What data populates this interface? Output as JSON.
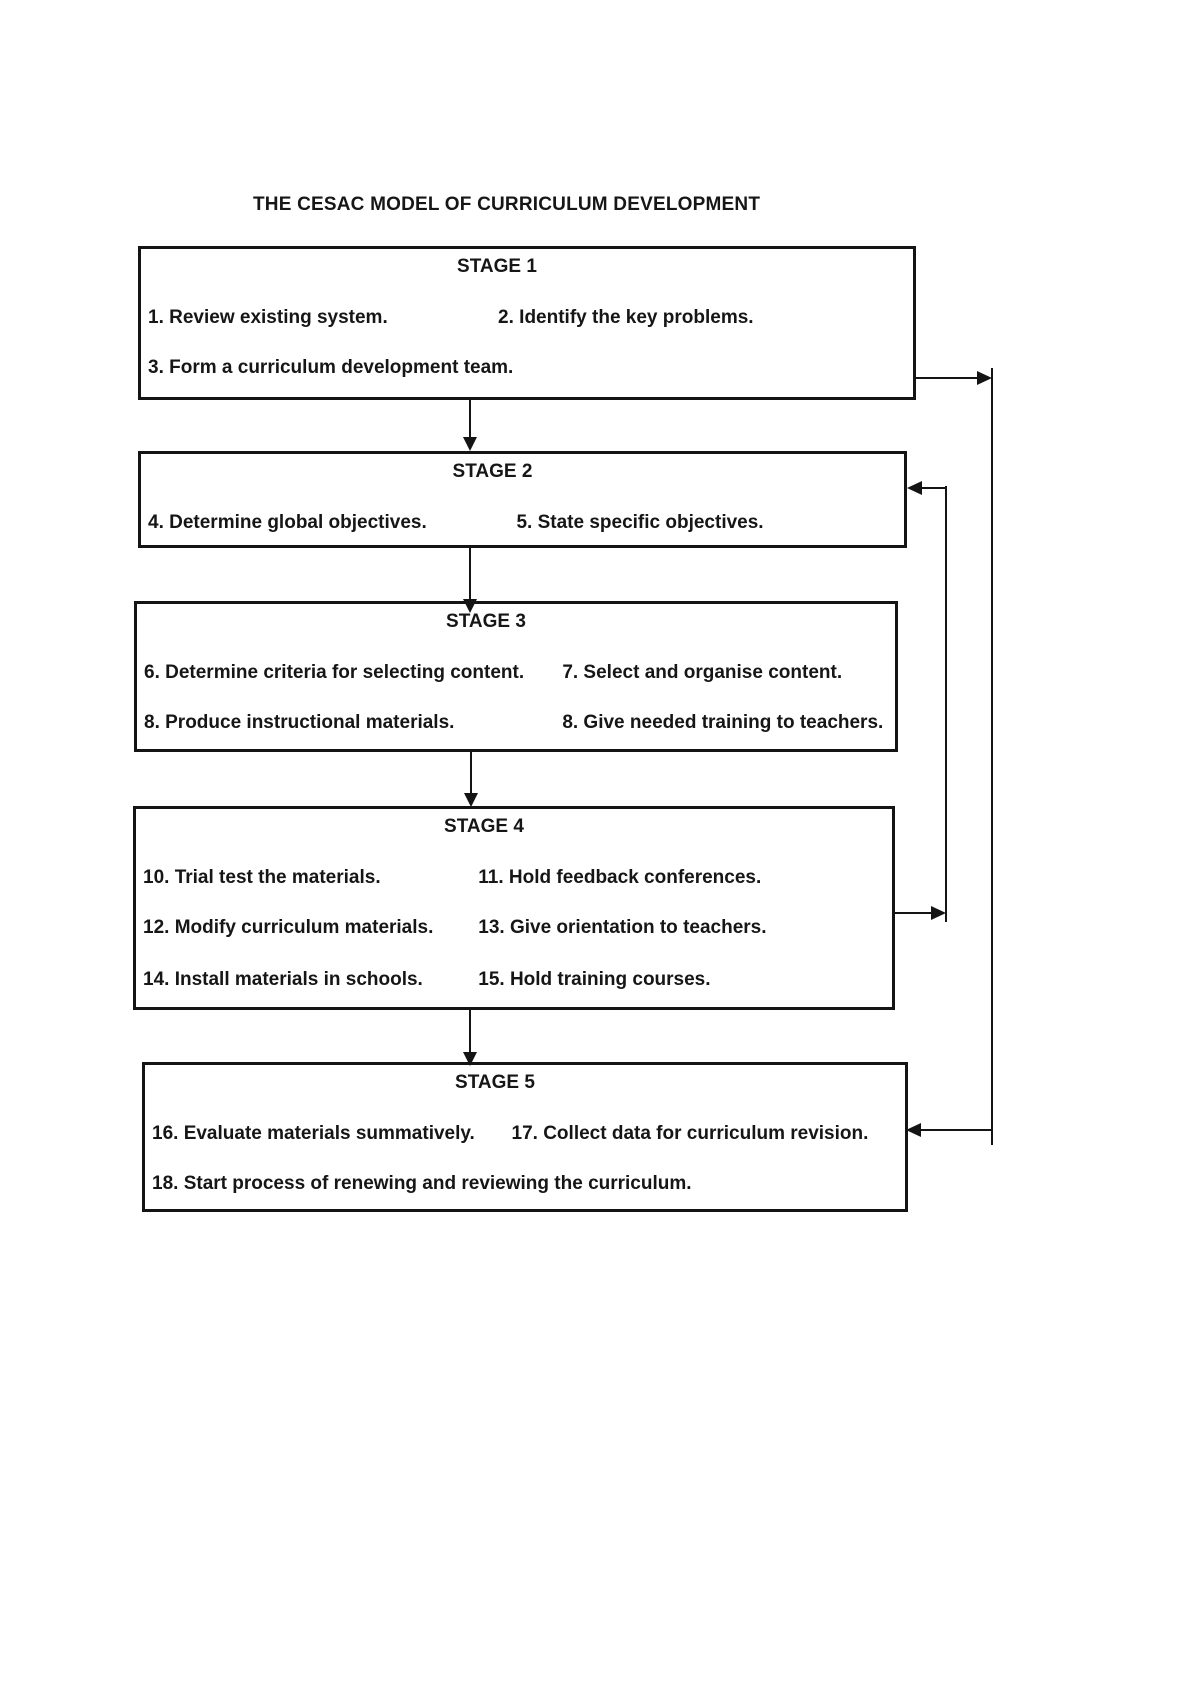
{
  "title": "THE CESAC MODEL OF CURRICULUM DEVELOPMENT",
  "colors": {
    "ink": "#141414",
    "background": "#ffffff"
  },
  "stages": [
    {
      "label": "STAGE 1",
      "rows": [
        [
          "1. Review existing system.",
          "2. Identify the key problems."
        ],
        [
          "3. Form a curriculum development team.",
          ""
        ]
      ]
    },
    {
      "label": "STAGE 2",
      "rows": [
        [
          "4. Determine global objectives.",
          "5. State specific objectives."
        ]
      ]
    },
    {
      "label": "STAGE 3",
      "rows": [
        [
          "6. Determine criteria for selecting content.",
          "7. Select and organise content."
        ],
        [
          "8. Produce instructional materials.",
          "8. Give needed training to teachers."
        ]
      ]
    },
    {
      "label": "STAGE 4",
      "rows": [
        [
          "10. Trial test the materials.",
          "11. Hold feedback conferences."
        ],
        [
          "12. Modify curriculum materials.",
          "13. Give orientation to teachers."
        ],
        [
          "14. Install materials in schools.",
          "15. Hold training courses."
        ]
      ]
    },
    {
      "label": "STAGE 5",
      "rows": [
        [
          "16. Evaluate materials summatively.",
          "17. Collect data for curriculum revision."
        ],
        [
          "18. Start process of renewing and reviewing the curriculum.",
          ""
        ]
      ]
    }
  ],
  "connectors": [
    {
      "from": "stage-1",
      "to": "stage-2",
      "type": "down-arrow"
    },
    {
      "from": "stage-2",
      "to": "stage-3",
      "type": "down-arrow"
    },
    {
      "from": "stage-3",
      "to": "stage-4",
      "type": "down-arrow"
    },
    {
      "from": "stage-4",
      "to": "stage-5",
      "type": "down-arrow"
    },
    {
      "from": "stage-1",
      "to": "stage-5",
      "type": "right-elbow-arrow"
    },
    {
      "from": "stage-4",
      "to": "stage-2",
      "type": "right-elbow-arrow"
    }
  ]
}
